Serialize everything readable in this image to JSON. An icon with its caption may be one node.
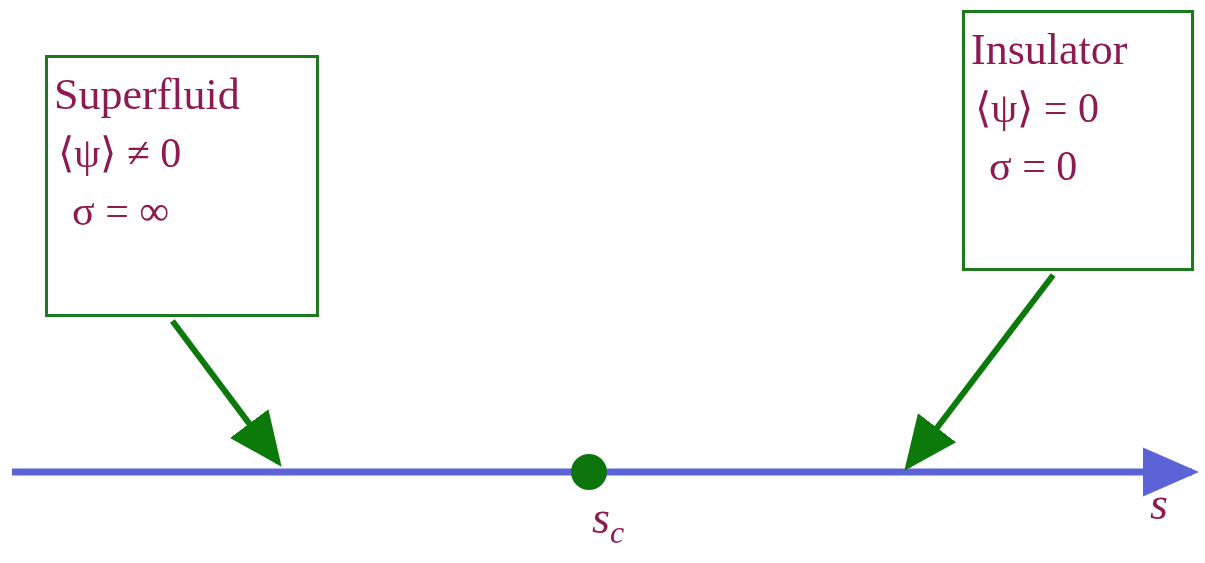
{
  "diagram": {
    "nodes": [
      {
        "text": [
          "Superfluid",
          "⟨ψ⟩ ≠ 0",
          "σ = ∞"
        ]
      },
      {
        "text": [
          "Insulator",
          "⟨ψ⟩ = 0",
          "σ = 0"
        ]
      },
      {
        "text": [],
        "shape": "circle",
        "beside": [
          "s$_{c}$"
        ]
      }
    ],
    "edges": [
      {
        "from": 0,
        "to": null,
        "arrow": "to"
      },
      {
        "from": 1,
        "to": null,
        "arrow": "to"
      }
    ],
    "labels": [
      "s"
    ]
  }
}
